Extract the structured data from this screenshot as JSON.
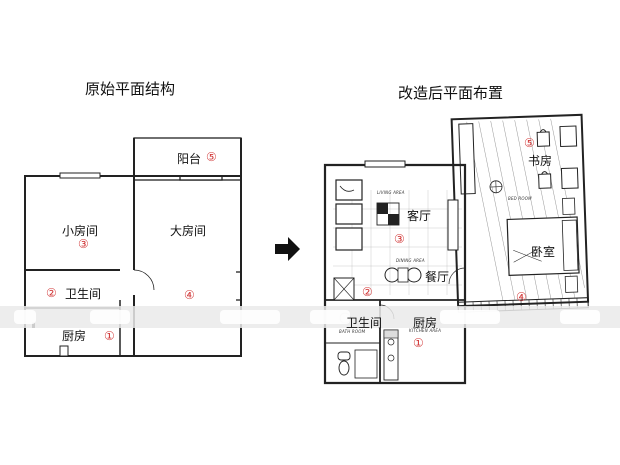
{
  "titles": {
    "original": "原始平面结构",
    "renovated": "改造后平面布置"
  },
  "original": {
    "rooms": {
      "balcony": {
        "label": "阳台",
        "num": "⑤"
      },
      "small_room": {
        "label": "小房间",
        "num": "③"
      },
      "large_room": {
        "label": "大房间",
        "num": ""
      },
      "bathroom": {
        "label": "卫生间",
        "num": "②"
      },
      "kitchen": {
        "label": "厨房",
        "num": "①"
      },
      "large_room_num": "④"
    }
  },
  "renovated": {
    "rooms": {
      "study": {
        "label": "书房",
        "num": "⑤"
      },
      "living": {
        "label": "客厅",
        "num": "③",
        "tag": "LIVING AREA"
      },
      "bedroom": {
        "label": "卧室",
        "num": "④",
        "tag": "BED ROOM"
      },
      "dining": {
        "label": "餐厅",
        "tag": "DINING AREA"
      },
      "bathroom": {
        "label": "卫生间",
        "num": "②",
        "tag": "BATH ROOM"
      },
      "kitchen": {
        "label": "厨房",
        "num": "①",
        "tag": "KITCHEN AREA"
      }
    }
  },
  "colors": {
    "line": "#222222",
    "number": "#d23a3a",
    "floor": "#e8e8e8"
  },
  "icons": {
    "arrow": "arrow-right-icon"
  }
}
